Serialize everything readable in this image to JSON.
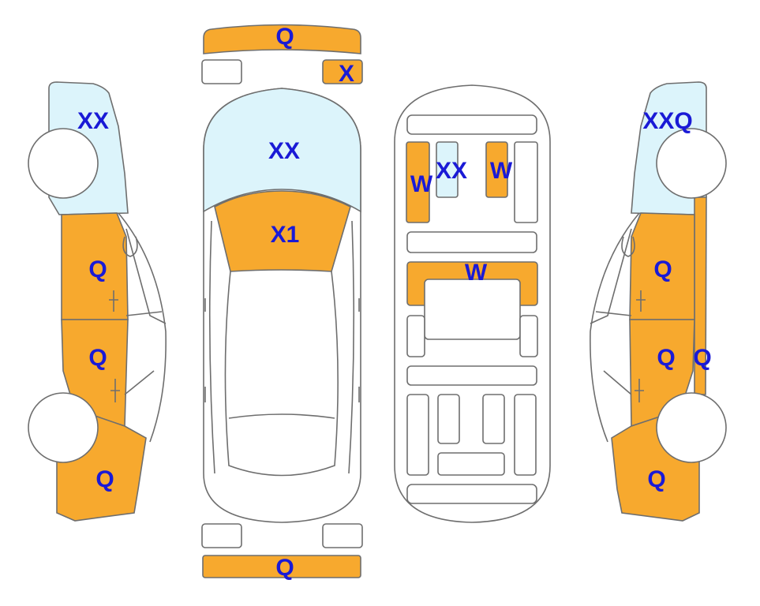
{
  "colors": {
    "damage_fill": "#f7a92e",
    "glass_fill": "#dcf4fb",
    "label_color": "#1a1ad6",
    "outline": "#6e6e6e",
    "background": "#ffffff"
  },
  "top_view": {
    "front_bumper": "Q",
    "front_right_light": "X",
    "windshield": "XX",
    "hood": "X1",
    "rear_bumper": "Q"
  },
  "interior_view": {
    "left_front_seat": "W",
    "center_console": "XX",
    "right_front_seat": "W",
    "rear_bench": "W"
  },
  "left_side_view": {
    "window": "XX",
    "front_door": "Q",
    "rear_door": "Q",
    "rear_quarter": "Q"
  },
  "right_side_view": {
    "window": "XXQ",
    "front_door": "Q",
    "rear_door": "Q",
    "pillar_strip": "Q",
    "front_quarter": "Q"
  }
}
